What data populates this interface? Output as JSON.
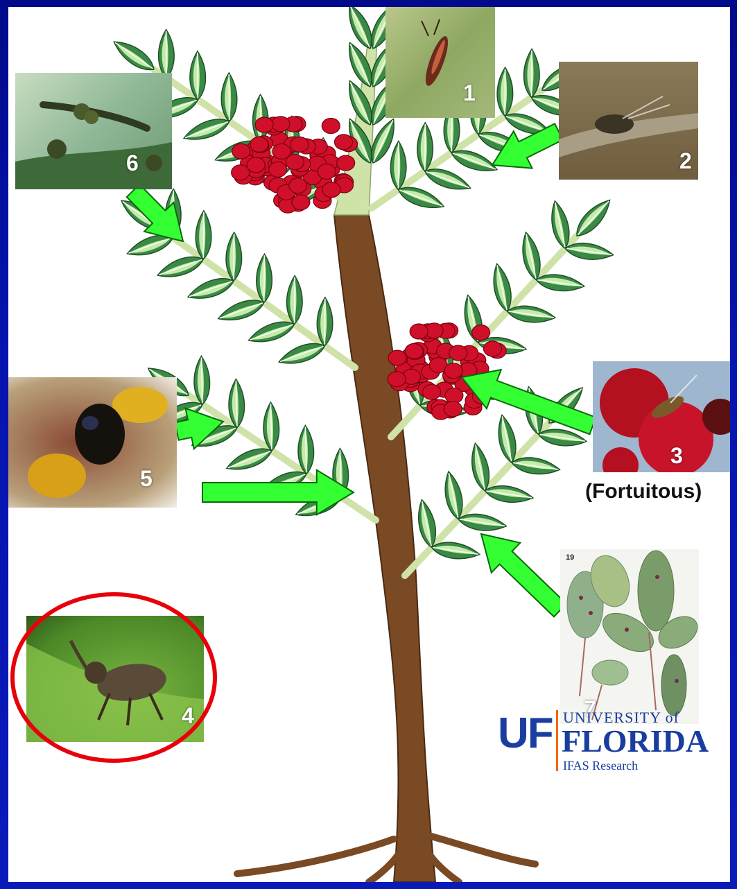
{
  "photos": [
    {
      "label": "1"
    },
    {
      "label": "2"
    },
    {
      "label": "3"
    },
    {
      "label": "4"
    },
    {
      "label": "5"
    },
    {
      "label": "6"
    },
    {
      "label": "7",
      "tag": "19"
    }
  ],
  "caption": "(Fortuitous)",
  "logo": {
    "mark": "UF",
    "line1": "UNIVERSITY of",
    "line2": "FLORIDA",
    "line3": "IFAS Research"
  },
  "colors": {
    "slide_border": "#0a14b0",
    "arrow": "#33ff33",
    "berries": "#d0102a",
    "trunk": "#7a4a25",
    "stem": "#cfe3a8",
    "leaf_dark": "#2f7a3a",
    "leaf_light": "#bfe7a0",
    "highlight_circle": "#e8000a",
    "uf_blue": "#1a3da0",
    "uf_orange": "#f06a00"
  }
}
